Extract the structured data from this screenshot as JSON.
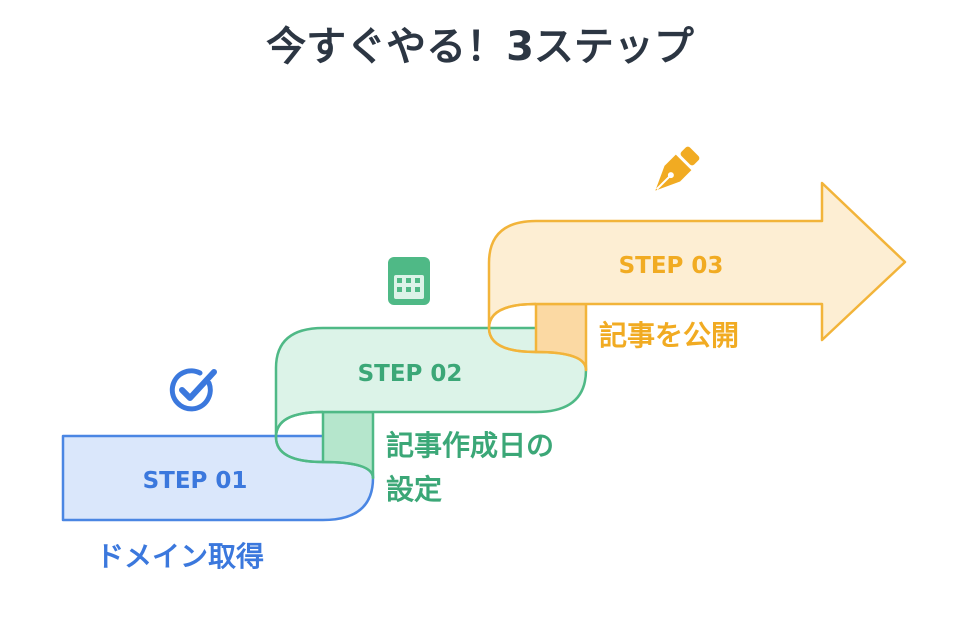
{
  "title": "今すぐやる！3ステップ",
  "steps": [
    {
      "label": "STEP 01",
      "caption_lines": [
        "ドメイン取得"
      ],
      "icon": "check-circle-icon",
      "colors": {
        "fill": "#dae7fb",
        "stroke": "#4a86e3",
        "fold": "#dae7fb",
        "text": "#3b78dd"
      }
    },
    {
      "label": "STEP 02",
      "caption_lines": [
        "記事作成日の",
        "設定"
      ],
      "icon": "calendar-icon",
      "colors": {
        "fill": "#dcf3e8",
        "stroke": "#4fb986",
        "fold": "#b5e6cc",
        "text": "#3ba777"
      }
    },
    {
      "label": "STEP 03",
      "caption_lines": [
        "記事を公開"
      ],
      "icon": "pen-nib-icon",
      "colors": {
        "fill": "#fdeed3",
        "stroke": "#f2b43a",
        "fold": "#fbd9a3",
        "text": "#f1ab22"
      }
    }
  ]
}
